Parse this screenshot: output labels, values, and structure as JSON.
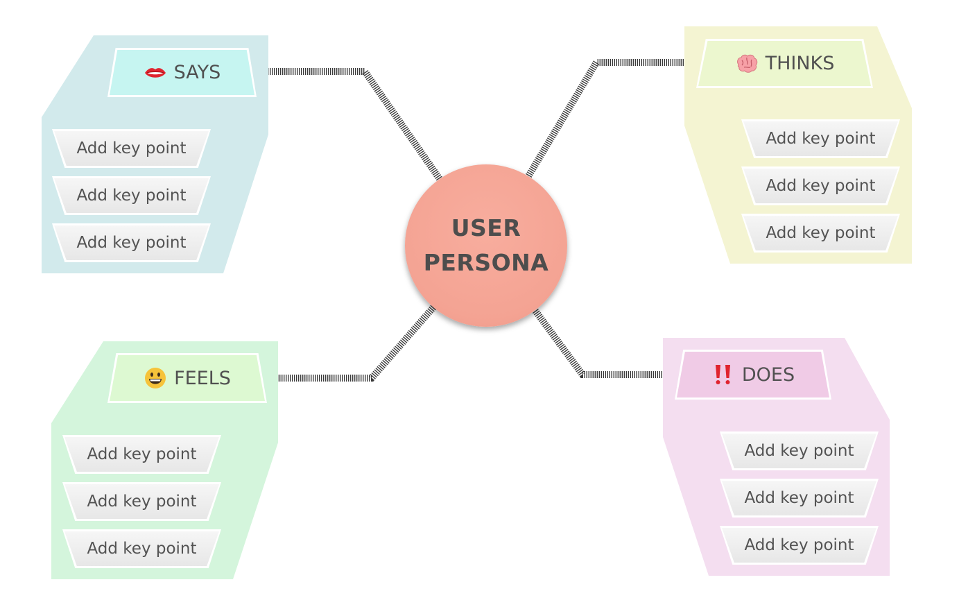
{
  "center": {
    "line1": "USER",
    "line2": "PERSONA",
    "color": "#f4a393"
  },
  "quadrants": [
    {
      "id": "says",
      "label": "SAYS",
      "icon": "lips-icon",
      "panel_color": "#d2eaec",
      "header_color": "#c6f5f1",
      "points": [
        "Add key point",
        "Add key point",
        "Add key point"
      ]
    },
    {
      "id": "thinks",
      "label": "THINKS",
      "icon": "brain-icon",
      "panel_color": "#f4f4d2",
      "header_color": "#ecf7cf",
      "points": [
        "Add key point",
        "Add key point",
        "Add key point"
      ]
    },
    {
      "id": "feels",
      "label": "FEELS",
      "icon": "grinning-face-icon",
      "panel_color": "#d4f5dc",
      "header_color": "#ddf9d2",
      "points": [
        "Add key point",
        "Add key point",
        "Add key point"
      ]
    },
    {
      "id": "does",
      "label": "DOES",
      "icon": "double-exclamation-icon",
      "panel_color": "#f4def0",
      "header_color": "#f0cbe6",
      "points": [
        "Add key point",
        "Add key point",
        "Add key point"
      ]
    }
  ]
}
